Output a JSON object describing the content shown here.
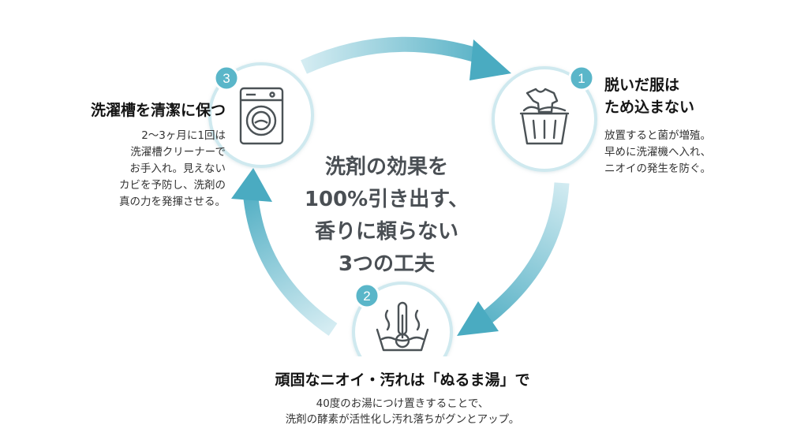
{
  "colors": {
    "accent": "#48aabf",
    "accent_light": "#cfe9ef",
    "badge": "#5ab6c9",
    "icon": "#4b5256",
    "center_text": "#4a4f54"
  },
  "center": {
    "lines": [
      "洗剤の効果を",
      "100%引き出す、",
      "香りに頼らない",
      "3つの工夫"
    ]
  },
  "steps": [
    {
      "number": "1",
      "icon": "laundry-basket-icon",
      "title_lines": [
        "脱いだ服は",
        "ため込まない"
      ],
      "desc_lines": [
        "放置すると菌が増殖。",
        "早めに洗濯機へ入れ、",
        "ニオイの発生を防ぐ。"
      ]
    },
    {
      "number": "2",
      "icon": "hot-water-thermometer-icon",
      "title_lines": [
        "頑固なニオイ・汚れは「ぬるま湯」で"
      ],
      "desc_lines": [
        "40度のお湯につけ置きすることで、",
        "洗剤の酵素が活性化し汚れ落ちがグンとアップ。"
      ]
    },
    {
      "number": "3",
      "icon": "washing-machine-icon",
      "title_lines": [
        "洗濯槽を清潔に保つ"
      ],
      "desc_lines": [
        "2〜3ヶ月に1回は",
        "洗濯槽クリーナーで",
        "お手入れ。見えない",
        "カビを予防し、洗剤の",
        "真の力を発揮させる。"
      ]
    }
  ]
}
